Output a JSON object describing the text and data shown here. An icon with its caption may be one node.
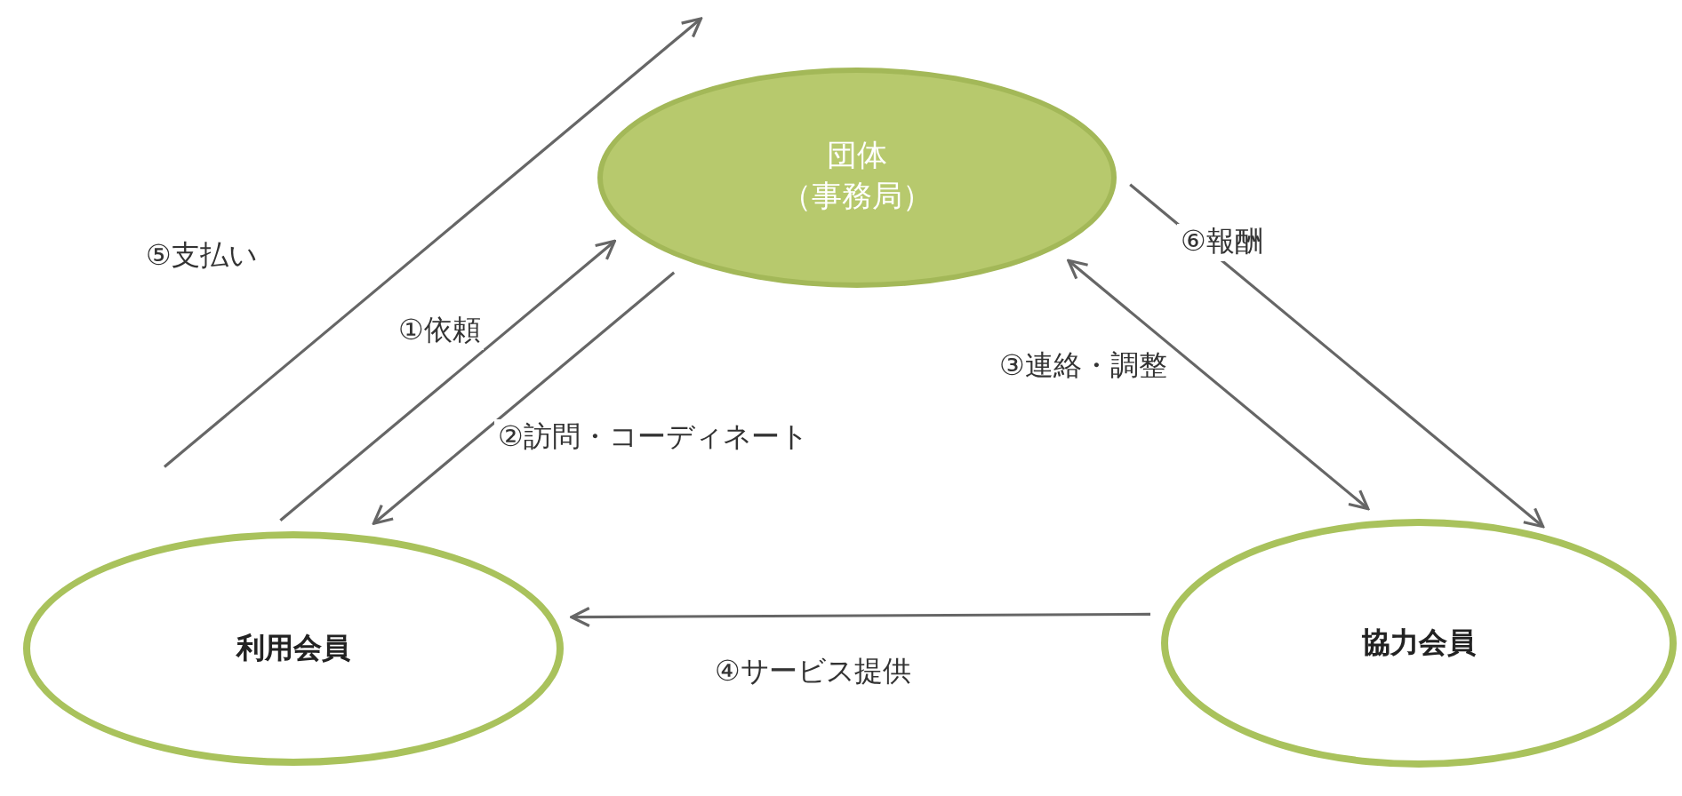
{
  "diagram": {
    "nodes": [
      {
        "text": [
          "団体",
          "（事務局）"
        ]
      },
      {
        "text": [
          "利用会員"
        ]
      },
      {
        "text": [
          "協力会員"
        ]
      }
    ],
    "edges": [
      {
        "from": 1,
        "to": 0,
        "arrow": "to",
        "label": "①依頼"
      },
      {
        "from": 0,
        "to": 1,
        "arrow": "to",
        "label": "②訪問・コーディネート"
      },
      {
        "from": 0,
        "to": 2,
        "arrow": "both",
        "label": "③連絡・調整"
      },
      {
        "from": 2,
        "to": 1,
        "arrow": "to",
        "label": "④サービス提供"
      },
      {
        "from": 1,
        "to": 0,
        "arrow": "to",
        "label": "⑤支払い"
      },
      {
        "from": 0,
        "to": 2,
        "arrow": "to",
        "label": "⑥報酬"
      }
    ]
  }
}
